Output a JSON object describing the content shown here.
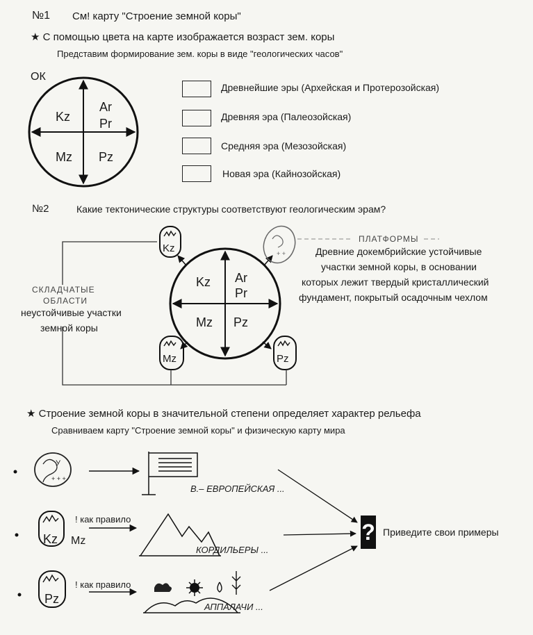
{
  "section1": {
    "number": "№1",
    "heading": "См!  карту \"Строение земной коры\"",
    "bullet": "С помощью цвета на карте изображается возраст зем. коры",
    "sub": "Представим формирование зем. коры в виде \"геологических часов\"",
    "ok_label": "ОК",
    "clock": {
      "ar": "Ar",
      "pr": "Pr",
      "kz": "Kz",
      "mz": "Mz",
      "pz": "Pz"
    },
    "legend": [
      "Древнейшие эры  (Архейская и Протерозойская)",
      "Древняя эра (Палеозойская)",
      "Средняя эра (Мезозойская)",
      "Новая эра (Кайнозойская)"
    ]
  },
  "section2": {
    "number": "№2",
    "question": "Какие тектонические структуры соответствуют геологическим эрам?",
    "platforms_title": "ПЛАТФОРМЫ",
    "platforms_desc": [
      "Древние докембрийские устойчивые",
      "участки земной коры, в основании",
      "которых лежит твердый кристаллический",
      "фундамент, покрытый осадочным чехлом"
    ],
    "folded_title": [
      "СКЛАДЧАТЫЕ",
      "ОБЛАСТИ"
    ],
    "folded_desc": [
      "неустойчивые участки",
      "земной коры"
    ],
    "clock": {
      "ar": "Ar",
      "pr": "Pr",
      "kz": "Kz",
      "mz": "Mz",
      "pz": "Pz"
    },
    "badges": {
      "kz": "Kz",
      "mz": "Mz",
      "pz": "Pz"
    }
  },
  "section3": {
    "bullet": "Строение земной коры в значительной степени определяет характер рельефа",
    "sub": "Сравниваем карту \"Строение земной коры\" и физическую карту мира",
    "row1_caption": "В.– ЕВРОПЕЙСКАЯ ...",
    "row2_note": "! как правило",
    "row2_badge1": "Kz",
    "row2_badge2": "Mz",
    "row2_caption": "КОРДИЛЬЕРЫ ...",
    "row3_note": "! как правило",
    "row3_badge": "Pz",
    "row3_caption": "АППАЛАЧИ ...",
    "question_mark": "?",
    "examples": "Приведите свои примеры"
  }
}
